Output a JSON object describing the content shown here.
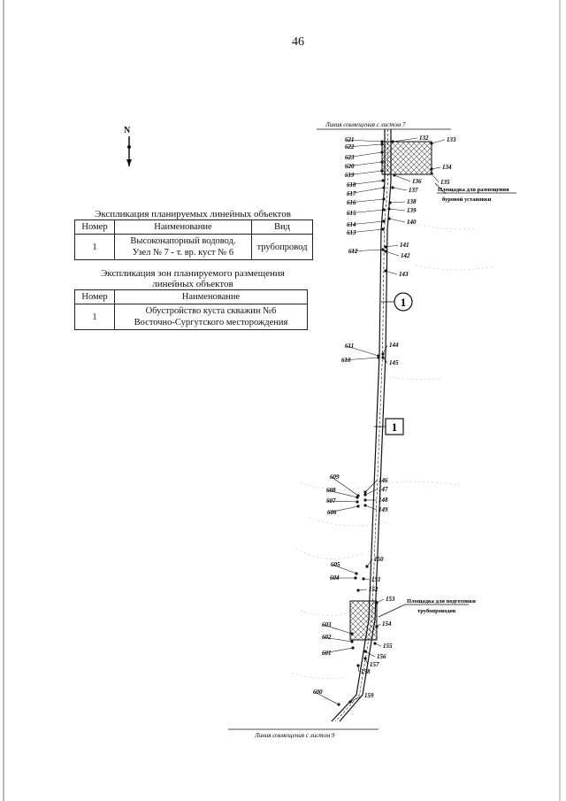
{
  "page_number": "46",
  "north_label": "N",
  "linear_objects": {
    "title": "Экспликация планируемых линейных объектов",
    "headers": [
      "Номер",
      "Наименование",
      "Вид"
    ],
    "rows": [
      {
        "number": "1",
        "name_line1": "Высоконапорный водовод.",
        "name_line2": "Узел № 7 - т. вр. куст № 6",
        "kind": "трубопровод"
      }
    ]
  },
  "zones": {
    "title_line1": "Экспликация зон планируемого размещения",
    "title_line2": "линейных объектов",
    "headers": [
      "Номер",
      "Наименование"
    ],
    "rows": [
      {
        "number": "1",
        "name_line1": "Обустройство куста скважин №6",
        "name_line2": "Восточно-Сургутского месторождения"
      }
    ]
  },
  "plan": {
    "match_line_top": "Линия совмещения с листом 7",
    "match_line_bottom": "Линия совмещения с листом 9",
    "pad_drilling_line1": "Площадка для размещения",
    "pad_drilling_line2": "буровой установки",
    "pad_pipes_line1": "Площадка для подготовки",
    "pad_pipes_line2": "трубопроводов",
    "zone_marker": "1",
    "object_marker": "1",
    "point_labels": [
      "621",
      "622",
      "623",
      "620",
      "619",
      "618",
      "617",
      "616",
      "615",
      "614",
      "613",
      "612",
      "611",
      "610",
      "609",
      "608",
      "607",
      "606",
      "605",
      "604",
      "603",
      "602",
      "601",
      "600",
      "132",
      "133",
      "134",
      "135",
      "136",
      "137",
      "138",
      "139",
      "140",
      "141",
      "142",
      "143",
      "144",
      "145",
      "146",
      "147",
      "148",
      "149",
      "150",
      "151",
      "152",
      "153",
      "154",
      "155",
      "156",
      "157",
      "158",
      "159"
    ]
  },
  "colors": {
    "ink": "#111111",
    "hatch": "#555555",
    "paper": "#ffffff"
  }
}
